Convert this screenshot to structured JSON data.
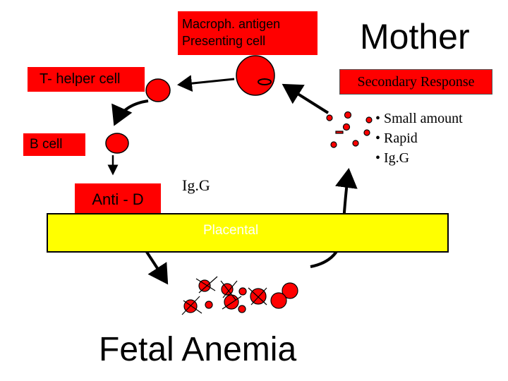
{
  "labels": {
    "macrophage": "Macroph. antigen Presenting cell",
    "t_helper": "T- helper cell",
    "b_cell": "B cell",
    "anti_d": "Anti - D",
    "mother": "Mother",
    "secondary_response": "Secondary Response",
    "igg": "Ig.G",
    "placental": "Placental",
    "fetal_anemia": "Fetal Anemia"
  },
  "secondary_bullets": [
    "• Small amount",
    "• Rapid",
    "• Ig.G"
  ],
  "colors": {
    "cell_red": "#ff0000",
    "placenta_yellow": "#ffff00"
  }
}
